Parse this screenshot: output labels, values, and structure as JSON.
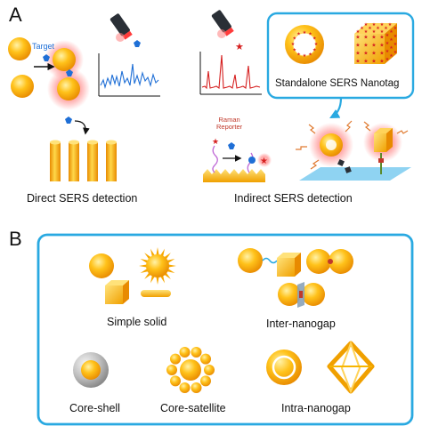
{
  "panel_a": {
    "letter": "A",
    "target_label": "Target",
    "direct_caption": "Direct SERS detection",
    "indirect_caption": "Indirect SERS detection",
    "raman_reporter_line1": "Raman",
    "raman_reporter_line2": "Reporter",
    "nanotag_caption": "Standalone SERS Nanotag"
  },
  "panel_b": {
    "letter": "B",
    "simple_solid": "Simple solid",
    "inter_nanogap": "Inter-nanogap",
    "core_shell": "Core-shell",
    "core_satellite": "Core-satellite",
    "intra_nanogap": "Intra-nanogap"
  },
  "colors": {
    "gold": "#f7a800",
    "gold_light": "#ffe27a",
    "frame_blue": "#29a9e1",
    "spectrum_blue": "#1f6fd6",
    "spectrum_red": "#d62020"
  }
}
